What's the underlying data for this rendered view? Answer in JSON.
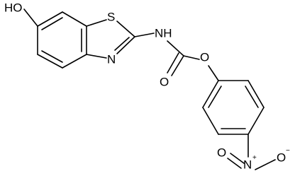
{
  "structure": {
    "atoms": {
      "hydroxyl": "HO",
      "sulfur": "S",
      "ring_nitrogen": "N",
      "amide": "NH",
      "carbonyl_oxygen": "O",
      "ester_oxygen": "O",
      "nitro_nitrogen": "N",
      "nitro_nitrogen_charge": "+",
      "nitro_oxygen_top": "O",
      "nitro_oxygen_right": "O",
      "nitro_oxygen_charge": "−"
    }
  }
}
